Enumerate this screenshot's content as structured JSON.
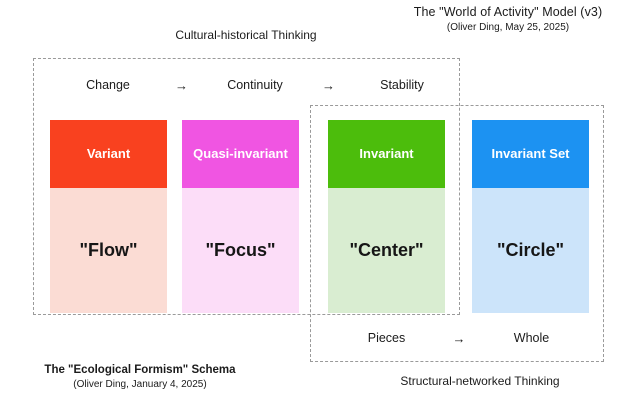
{
  "model_title": {
    "line1": "The \"World of Activity\" Model (v3)",
    "line2": "(Oliver Ding, May 25, 2025)"
  },
  "schema_title": {
    "line1": "The \"Ecological Formism\" Schema",
    "line2": "(Oliver Ding, January 4, 2025)"
  },
  "frames": {
    "cultural": {
      "label": "Cultural-historical Thinking"
    },
    "structural": {
      "label": "Structural-networked Thinking"
    }
  },
  "top_process": {
    "steps": [
      "Change",
      "Continuity",
      "Stability"
    ],
    "arrow": "→"
  },
  "bottom_process": {
    "steps": [
      "Pieces",
      "Whole"
    ],
    "arrow": "→"
  },
  "cards": [
    {
      "head": "Variant",
      "body": "\"Flow\"",
      "head_color": "#F9411F",
      "body_color": "#FBDCD4"
    },
    {
      "head_line1": "Quasi",
      "head_line2": "-invariant",
      "body": "\"Focus\"",
      "head_color": "#F055E2",
      "body_color": "#FCDDF8"
    },
    {
      "head": "Invariant",
      "body": "\"Center\"",
      "head_color": "#4CBD0C",
      "body_color": "#D9EDD1"
    },
    {
      "head": "Invariant Set",
      "body": "\"Circle\"",
      "head_color": "#1C92F2",
      "body_color": "#CCE4FA"
    }
  ],
  "colors": {
    "frame_dash": "#9A9A9A",
    "background": "#FFFFFF",
    "text": "#1B1B1B"
  }
}
